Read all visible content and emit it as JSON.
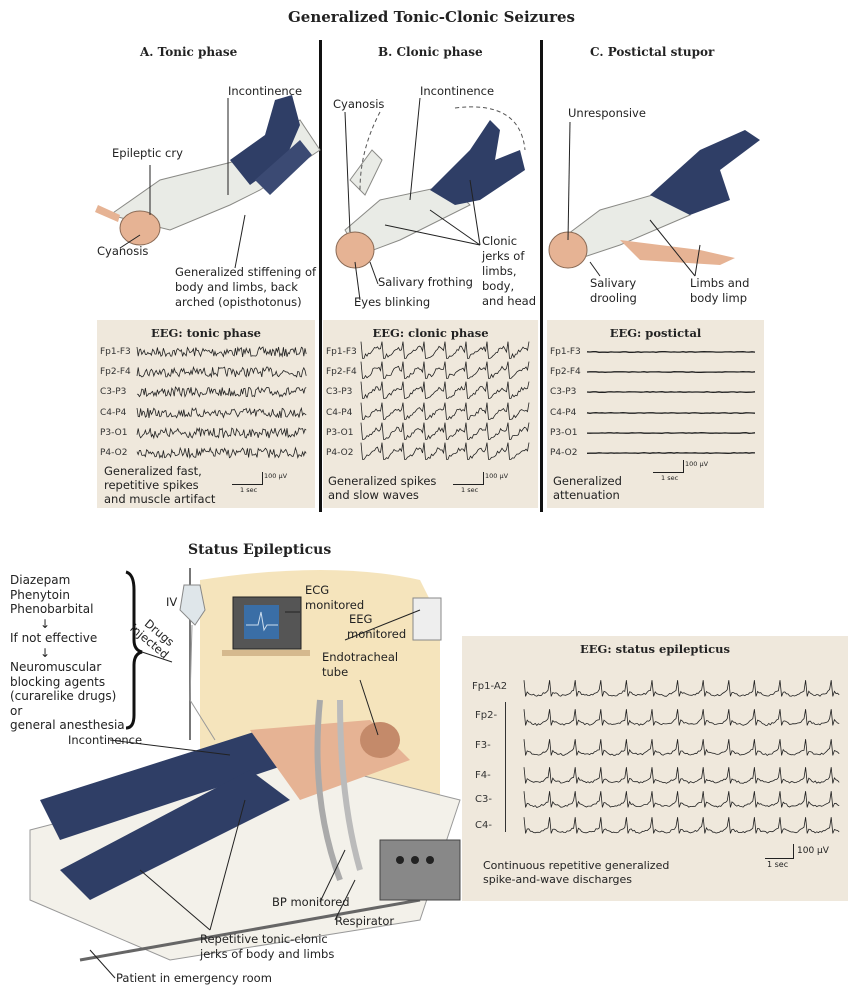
{
  "title": "Generalized Tonic-Clonic Seizures",
  "columns": [
    {
      "heading": "A. Tonic phase",
      "labels": [
        "Incontinence",
        "Epileptic cry",
        "Cyanosis",
        "Generalized stiffening of",
        "body and limbs, back",
        "arched (opisthotonus)"
      ],
      "eeg": {
        "title": "EEG: tonic phase",
        "channels": [
          "Fp1-F3",
          "Fp2-F4",
          "C3-P3",
          "C4-P4",
          "P3-O1",
          "P4-O2"
        ],
        "caption": [
          "Generalized fast,",
          "repetitive spikes",
          "and muscle artifact"
        ],
        "scale_v": "100 µV",
        "scale_t": "1 sec"
      }
    },
    {
      "heading": "B. Clonic phase",
      "labels": [
        "Incontinence",
        "Cyanosis",
        "Clonic",
        "jerks of",
        "limbs,",
        "body,",
        "and head",
        "Salivary frothing",
        "Eyes blinking"
      ],
      "eeg": {
        "title": "EEG: clonic phase",
        "channels": [
          "Fp1-F3",
          "Fp2-F4",
          "C3-P3",
          "C4-P4",
          "P3-O1",
          "P4-O2"
        ],
        "caption": [
          "Generalized spikes",
          "and slow waves"
        ],
        "scale_v": "100 µV",
        "scale_t": "1 sec"
      }
    },
    {
      "heading": "C. Postictal stupor",
      "labels": [
        "Unresponsive",
        "Salivary",
        "drooling",
        "Limbs and",
        "body limp"
      ],
      "eeg": {
        "title": "EEG: postictal",
        "channels": [
          "Fp1-F3",
          "Fp2-F4",
          "C3-P3",
          "C4-P4",
          "P3-O1",
          "P4-O2"
        ],
        "caption": [
          "Generalized",
          "attenuation"
        ],
        "scale_v": "100 µV",
        "scale_t": "1 sec"
      }
    }
  ],
  "status": {
    "title": "Status Epilepticus",
    "treatment": [
      "Diazepam",
      "Phenytoin",
      "Phenobarbital",
      "↓",
      "If not effective",
      "↓",
      "Neuromuscular",
      "blocking agents",
      "(curarelike drugs)",
      "or",
      "general anesthesia"
    ],
    "labels": {
      "iv": "IV",
      "drugs": "Drugs",
      "injected": "injected",
      "ecg1": "ECG",
      "ecg2": "monitored",
      "eeg1": "EEG",
      "eeg2": "monitored",
      "endo1": "Endotracheal",
      "endo2": "tube",
      "incontinence": "Incontinence",
      "bp": "BP monitored",
      "respirator": "Respirator",
      "jerks1": "Repetitive tonic-clonic",
      "jerks2": "jerks of body and limbs",
      "patient": "Patient in emergency room"
    },
    "eeg": {
      "title": "EEG: status epilepticus",
      "channels": [
        "Fp1-A2",
        "Fp2-",
        "F3-",
        "F4-",
        "C3-",
        "C4-"
      ],
      "caption": [
        "Continuous repetitive generalized",
        "spike-and-wave discharges"
      ],
      "scale_v": "100 µV",
      "scale_t": "1 sec"
    }
  },
  "colors": {
    "panel": "#efe8dc",
    "jeans": "#2f3e66",
    "shirt": "#e9ebe6",
    "skin": "#e6b394",
    "wall": "#f1d9a0"
  }
}
